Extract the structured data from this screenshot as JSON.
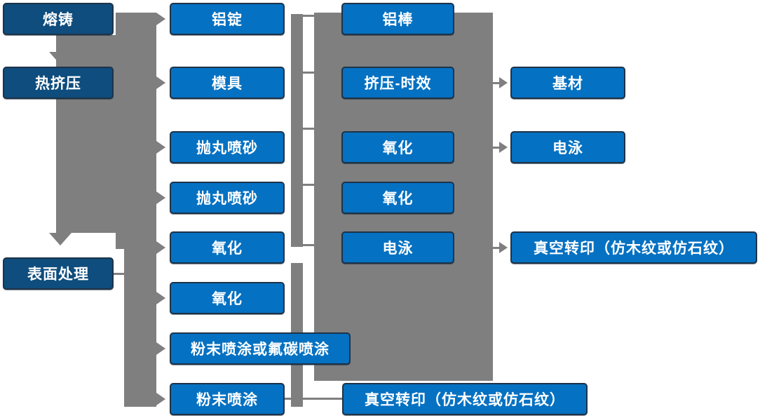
{
  "diagram": {
    "description_colors": {
      "connector_gray": "#7f7f7f",
      "process_box_blue": "#0571c2",
      "stage_box_dark_blue": "#0e4d7d",
      "box_border": "#1e3348",
      "text": "#ffffff",
      "background": "#ffffff"
    },
    "nodes": [
      {
        "id": "melting-casting",
        "label": "熔铸"
      },
      {
        "id": "hot-extrusion",
        "label": "热挤压"
      },
      {
        "id": "surface-treatment",
        "label": "表面处理"
      },
      {
        "id": "aluminum-ingot",
        "label": "铝锭"
      },
      {
        "id": "mold",
        "label": "模具"
      },
      {
        "id": "shot-blasting-1",
        "label": "抛丸喷砂"
      },
      {
        "id": "shot-blasting-2",
        "label": "抛丸喷砂"
      },
      {
        "id": "oxidation-1",
        "label": "氧化"
      },
      {
        "id": "oxidation-2",
        "label": "氧化"
      },
      {
        "id": "powder-or-fluorocarbon-coating",
        "label": "粉末喷涂或氟碳喷涂"
      },
      {
        "id": "powder-coating",
        "label": "粉末喷涂"
      },
      {
        "id": "aluminum-rod",
        "label": "铝棒"
      },
      {
        "id": "extrusion-aging",
        "label": "挤压-时效"
      },
      {
        "id": "oxidation-3",
        "label": "氧化"
      },
      {
        "id": "oxidation-4",
        "label": "氧化"
      },
      {
        "id": "electrophoresis-1",
        "label": "电泳"
      },
      {
        "id": "vacuum-transfer-print-1",
        "label": "真空转印（仿木纹或仿石纹）"
      },
      {
        "id": "base-material",
        "label": "基材"
      },
      {
        "id": "electrophoresis-2",
        "label": "电泳"
      },
      {
        "id": "vacuum-transfer-print-2",
        "label": "真空转印（仿木纹或仿石纹）"
      }
    ]
  }
}
